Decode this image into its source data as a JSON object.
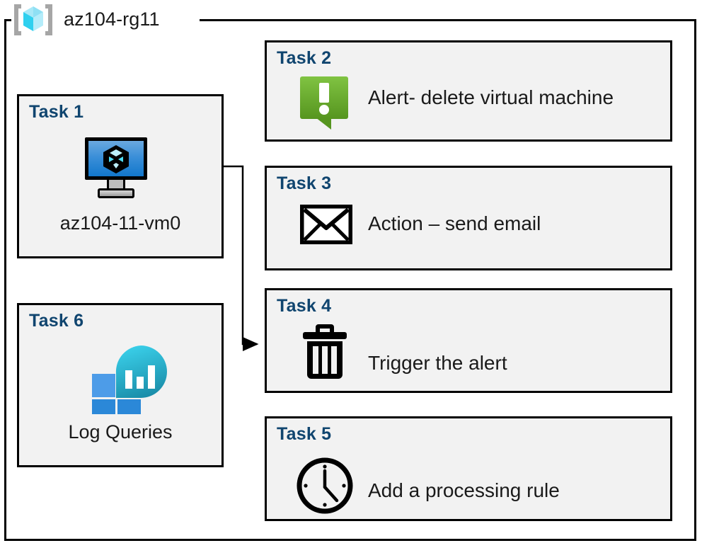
{
  "resource_group": {
    "name": "az104-rg11",
    "icon": "resource-group-cube-icon",
    "border_color": "#000000"
  },
  "colors": {
    "card_background": "#f2f2f2",
    "card_border": "#000000",
    "task_title": "#10456f",
    "body_text": "#1a1a1a",
    "alert_green_light": "#7ac143",
    "alert_green_dark": "#5b9b29",
    "vm_blue_light": "#6aa9e0",
    "vm_blue_dark": "#1277cc",
    "log_cyan": "#32c8e6",
    "log_teal": "#1b8fa8",
    "log_square_light": "#4d9ce8",
    "log_square_dark": "#2b88d8",
    "cube_cyan_light": "#a8e8f7",
    "cube_cyan_dark": "#2fd0ef",
    "bracket_gray": "#a6a6a6"
  },
  "cards": {
    "task1": {
      "title": "Task 1",
      "caption": "az104-11-vm0",
      "icon": "virtual-machine-icon"
    },
    "task2": {
      "title": "Task 2",
      "text": "Alert- delete virtual machine",
      "icon": "alert-exclamation-icon"
    },
    "task3": {
      "title": "Task 3",
      "text": "Action – send email",
      "icon": "envelope-icon"
    },
    "task4": {
      "title": "Task 4",
      "text": "Trigger the alert",
      "icon": "trash-can-icon"
    },
    "task5": {
      "title": "Task 5",
      "text": "Add a processing rule",
      "icon": "clock-icon"
    },
    "task6": {
      "title": "Task 6",
      "caption": "Log Queries",
      "icon": "log-analytics-icon"
    }
  },
  "connector": {
    "from": "task1-virtual-machine-icon",
    "to": "task4-card",
    "style": "orthogonal-arrow"
  }
}
